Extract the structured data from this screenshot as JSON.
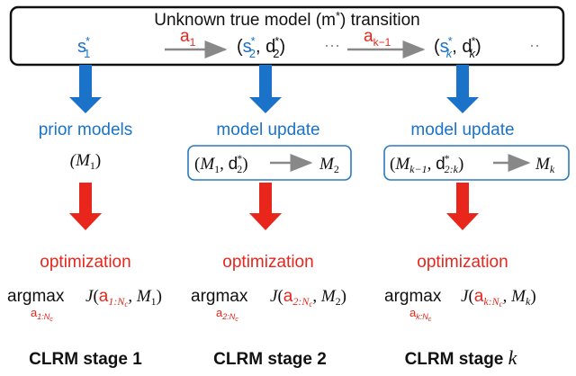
{
  "colors": {
    "blue": "#1a73c8",
    "red": "#e8261c",
    "black": "#111111",
    "gray": "#888888",
    "box_blue": "#2b78c2"
  },
  "header": {
    "title_text": "Unknown true model (m",
    "title_star": "*",
    "title_rest": ") transition"
  },
  "transition": {
    "s_base": "s",
    "sub_1": "1",
    "sub_2": "2",
    "sub_k": "k",
    "star": "*",
    "d_base": "d",
    "a_base": "a",
    "a_sub_1": "1",
    "a_sub_k1": "k−1",
    "dots": "··",
    "dots_mid": "···"
  },
  "stages": [
    {
      "heading": "prior models",
      "model_text": "(M",
      "model_sub": "1",
      "model_close": ")",
      "optimization": "optimization",
      "argmax": "argmax",
      "a_sub": "1:N",
      "a_subsub": "c",
      "J": "J",
      "M_sub": "1",
      "label": "CLRM stage 1"
    },
    {
      "heading": "model update",
      "d_sub": "2",
      "M_prev_sub": "1",
      "M_next_sub": "2",
      "optimization": "optimization",
      "argmax": "argmax",
      "a_sub": "2:N",
      "a_subsub": "c",
      "J": "J",
      "M_sub": "2",
      "label": "CLRM stage 2"
    },
    {
      "heading": "model update",
      "d_sub": "2:k",
      "M_prev_sub": "k−1",
      "M_next_sub": "k",
      "optimization": "optimization",
      "argmax": "argmax",
      "a_sub": "k:N",
      "a_subsub": "c",
      "J": "J",
      "M_sub": "k",
      "label": "CLRM stage ",
      "label_k": "k"
    }
  ]
}
